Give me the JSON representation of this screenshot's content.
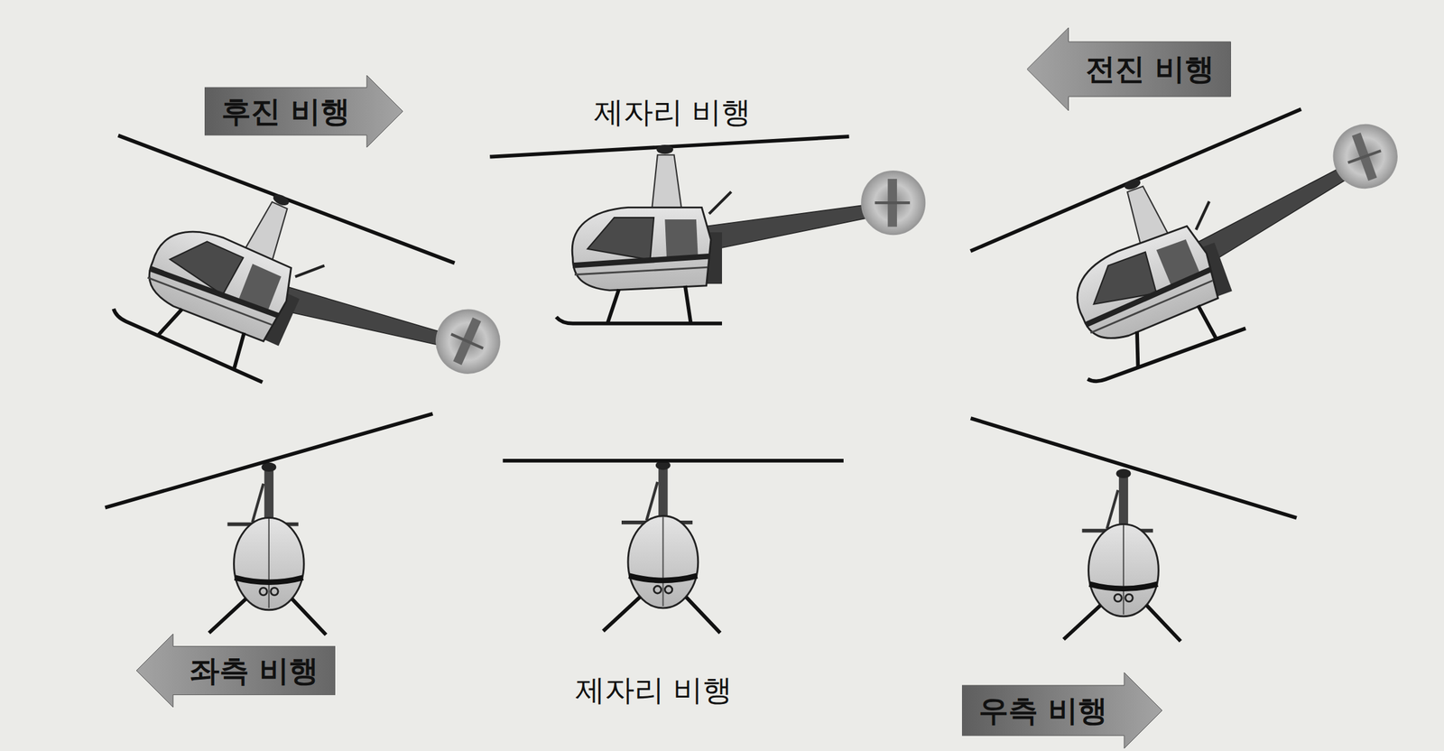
{
  "diagram": {
    "nodes": [
      {
        "text": [
          "후진 비행"
        ]
      },
      {
        "text": [
          "전진 비행"
        ]
      },
      {
        "text": [
          "좌측 비행"
        ]
      },
      {
        "text": [
          "우측 비행"
        ]
      }
    ],
    "labels": [
      "제자리 비행",
      "제자리 비행"
    ]
  }
}
